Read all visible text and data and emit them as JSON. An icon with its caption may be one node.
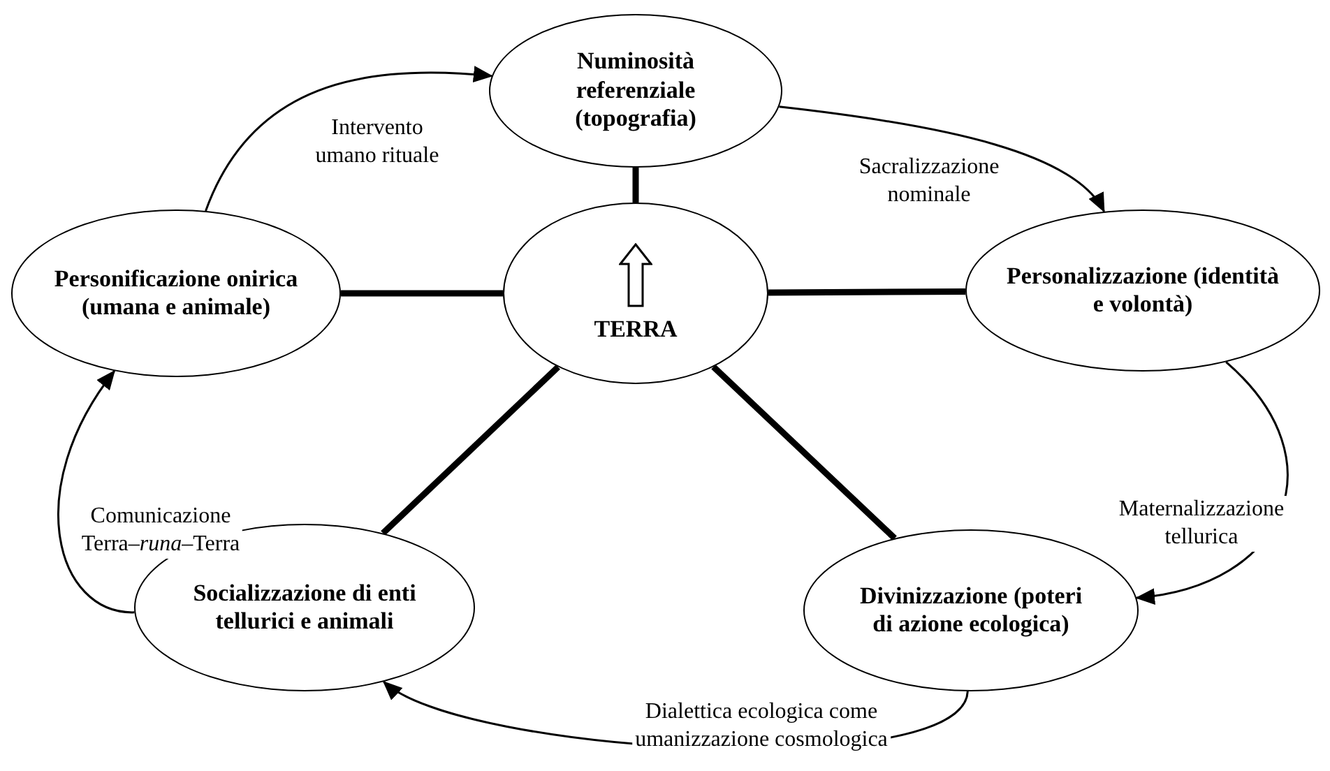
{
  "diagram": {
    "nodes": [
      {
        "text": [
          "Numinosità referenziale (topografia)"
        ]
      },
      {
        "text": [
          "Personificazione onirica (umana e animale)"
        ]
      },
      {
        "text": [
          "TERRA"
        ]
      },
      {
        "text": [
          "Personalizzazione (identità e volontà)"
        ]
      },
      {
        "text": [
          "Socializzazione di enti tellurici e animali"
        ]
      },
      {
        "text": [
          "Divinizzazione (poteri di azione ecologica)"
        ]
      }
    ],
    "edges": [
      {
        "from": 2,
        "to": 0,
        "arrow": "none",
        "style": "thick"
      },
      {
        "from": 2,
        "to": 1,
        "arrow": "none",
        "style": "thick"
      },
      {
        "from": 2,
        "to": 3,
        "arrow": "none",
        "style": "thick"
      },
      {
        "from": 2,
        "to": 4,
        "arrow": "none",
        "style": "thick"
      },
      {
        "from": 2,
        "to": 5,
        "arrow": "none",
        "style": "thick"
      },
      {
        "from": 1,
        "to": 0,
        "arrow": "to",
        "label": "Intervento umano rituale"
      },
      {
        "from": 0,
        "to": 3,
        "arrow": "to",
        "label": "Sacralizzazione nominale"
      },
      {
        "from": 3,
        "to": 5,
        "arrow": "to",
        "label": "Maternalizzazione tellurica"
      },
      {
        "from": 5,
        "to": 4,
        "arrow": "to",
        "label": "Dialettica ecologica come umanizzazione cosmologica"
      },
      {
        "from": 4,
        "to": 1,
        "arrow": "to",
        "label": "Comunicazione Terra–*runa*–Terra"
      }
    ]
  }
}
